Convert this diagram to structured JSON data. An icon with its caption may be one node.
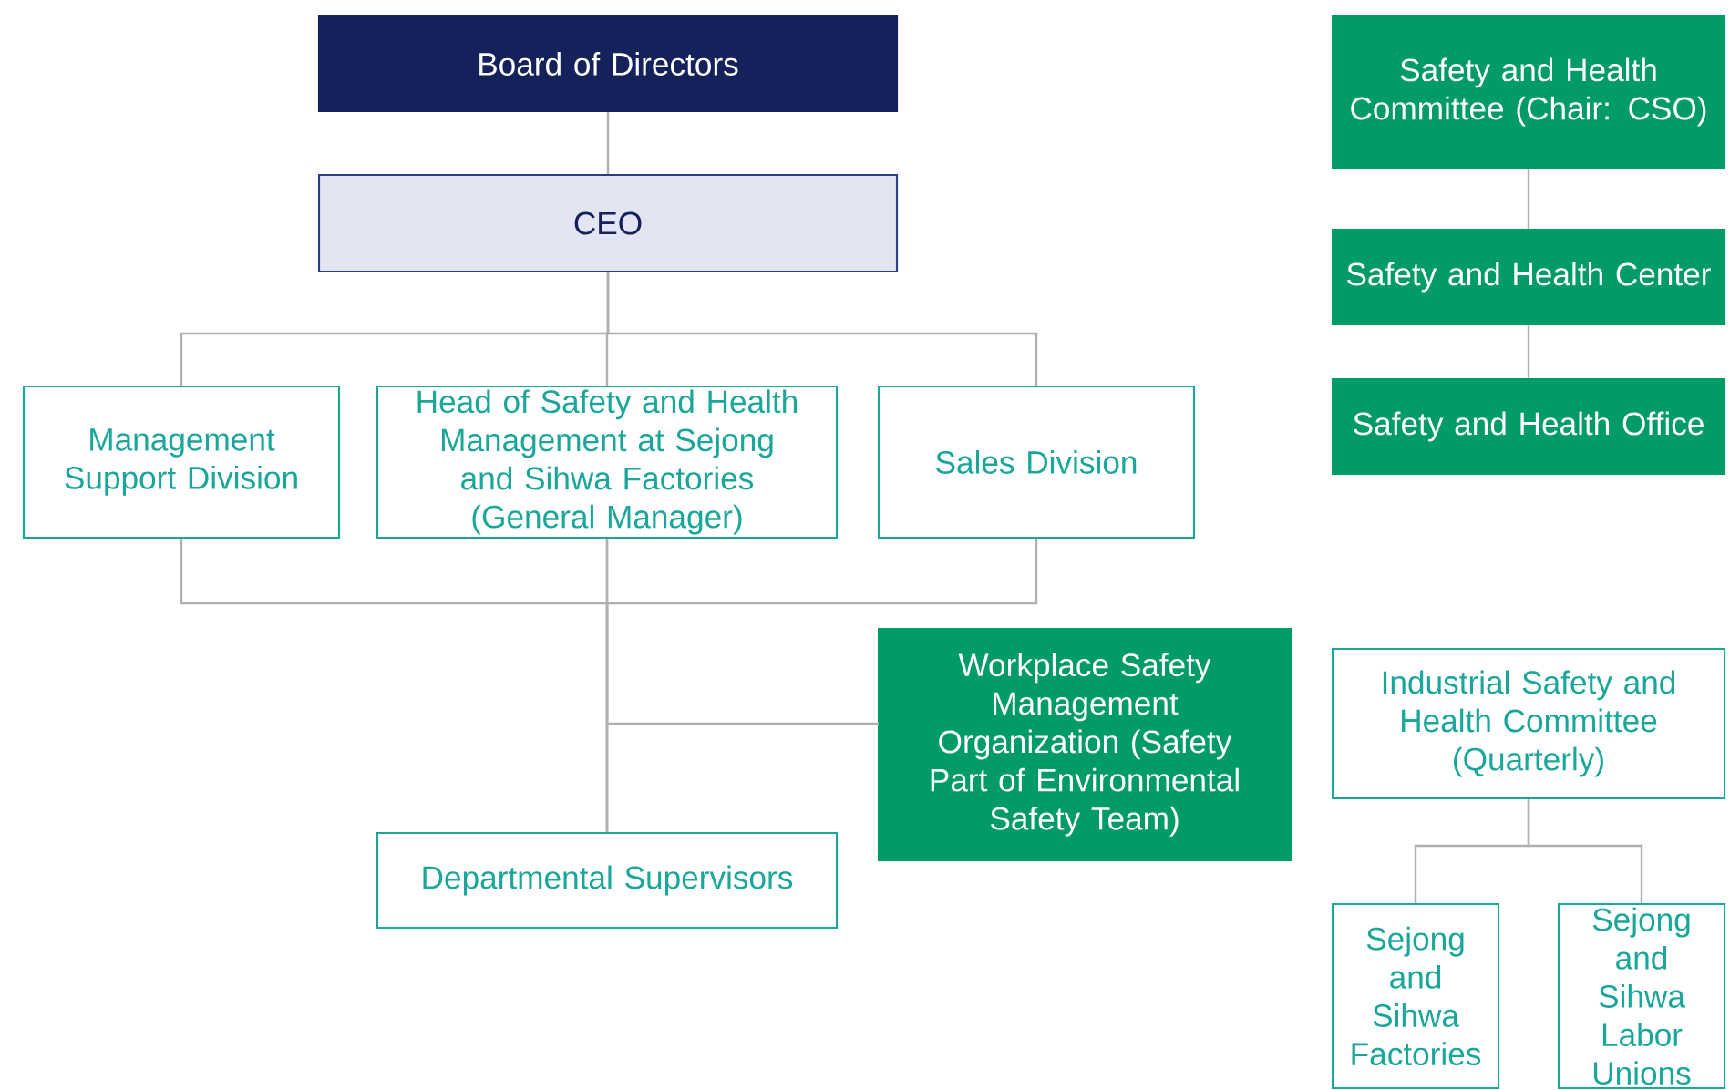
{
  "diagram": {
    "nodes": [
      {
        "text": [
          "Board of Directors"
        ]
      },
      {
        "text": [
          "CEO"
        ]
      },
      {
        "text": [
          "Safety and Health Committee (Chair: CSO)"
        ]
      },
      {
        "text": [
          "Safety and Health Center"
        ]
      },
      {
        "text": [
          "Safety and Health Office"
        ]
      },
      {
        "text": [
          "Management Support Division"
        ]
      },
      {
        "text": [
          "Head of Safety and Health Management at Sejong and Sihwa Factories (General Manager)"
        ]
      },
      {
        "text": [
          "Sales Division"
        ]
      },
      {
        "text": [
          "Workplace Safety Management Organization (Safety Part of Environmental Safety Team)"
        ]
      },
      {
        "text": [
          "Industrial Safety and Health Committee (Quarterly)"
        ]
      },
      {
        "text": [
          "Departmental Supervisors"
        ]
      },
      {
        "text": [
          "Sejong and Sihwa Factories"
        ]
      },
      {
        "text": [
          "Sejong and Sihwa Labor Unions"
        ]
      }
    ],
    "edges": [
      {
        "from": 0,
        "to": 1,
        "arrow": "none"
      },
      {
        "from": 2,
        "to": 3,
        "arrow": "none"
      },
      {
        "from": 3,
        "to": 4,
        "arrow": "none"
      },
      {
        "from": 1,
        "to": 5,
        "arrow": "none"
      },
      {
        "from": 1,
        "to": 6,
        "arrow": "none"
      },
      {
        "from": 1,
        "to": 7,
        "arrow": "none"
      },
      {
        "from": 5,
        "to": 10,
        "arrow": "none"
      },
      {
        "from": 6,
        "to": 10,
        "arrow": "none"
      },
      {
        "from": 7,
        "to": 10,
        "arrow": "none"
      },
      {
        "from": 6,
        "to": 8,
        "arrow": "none"
      },
      {
        "from": 9,
        "to": 11,
        "arrow": "none"
      },
      {
        "from": 9,
        "to": 12,
        "arrow": "none"
      }
    ]
  }
}
